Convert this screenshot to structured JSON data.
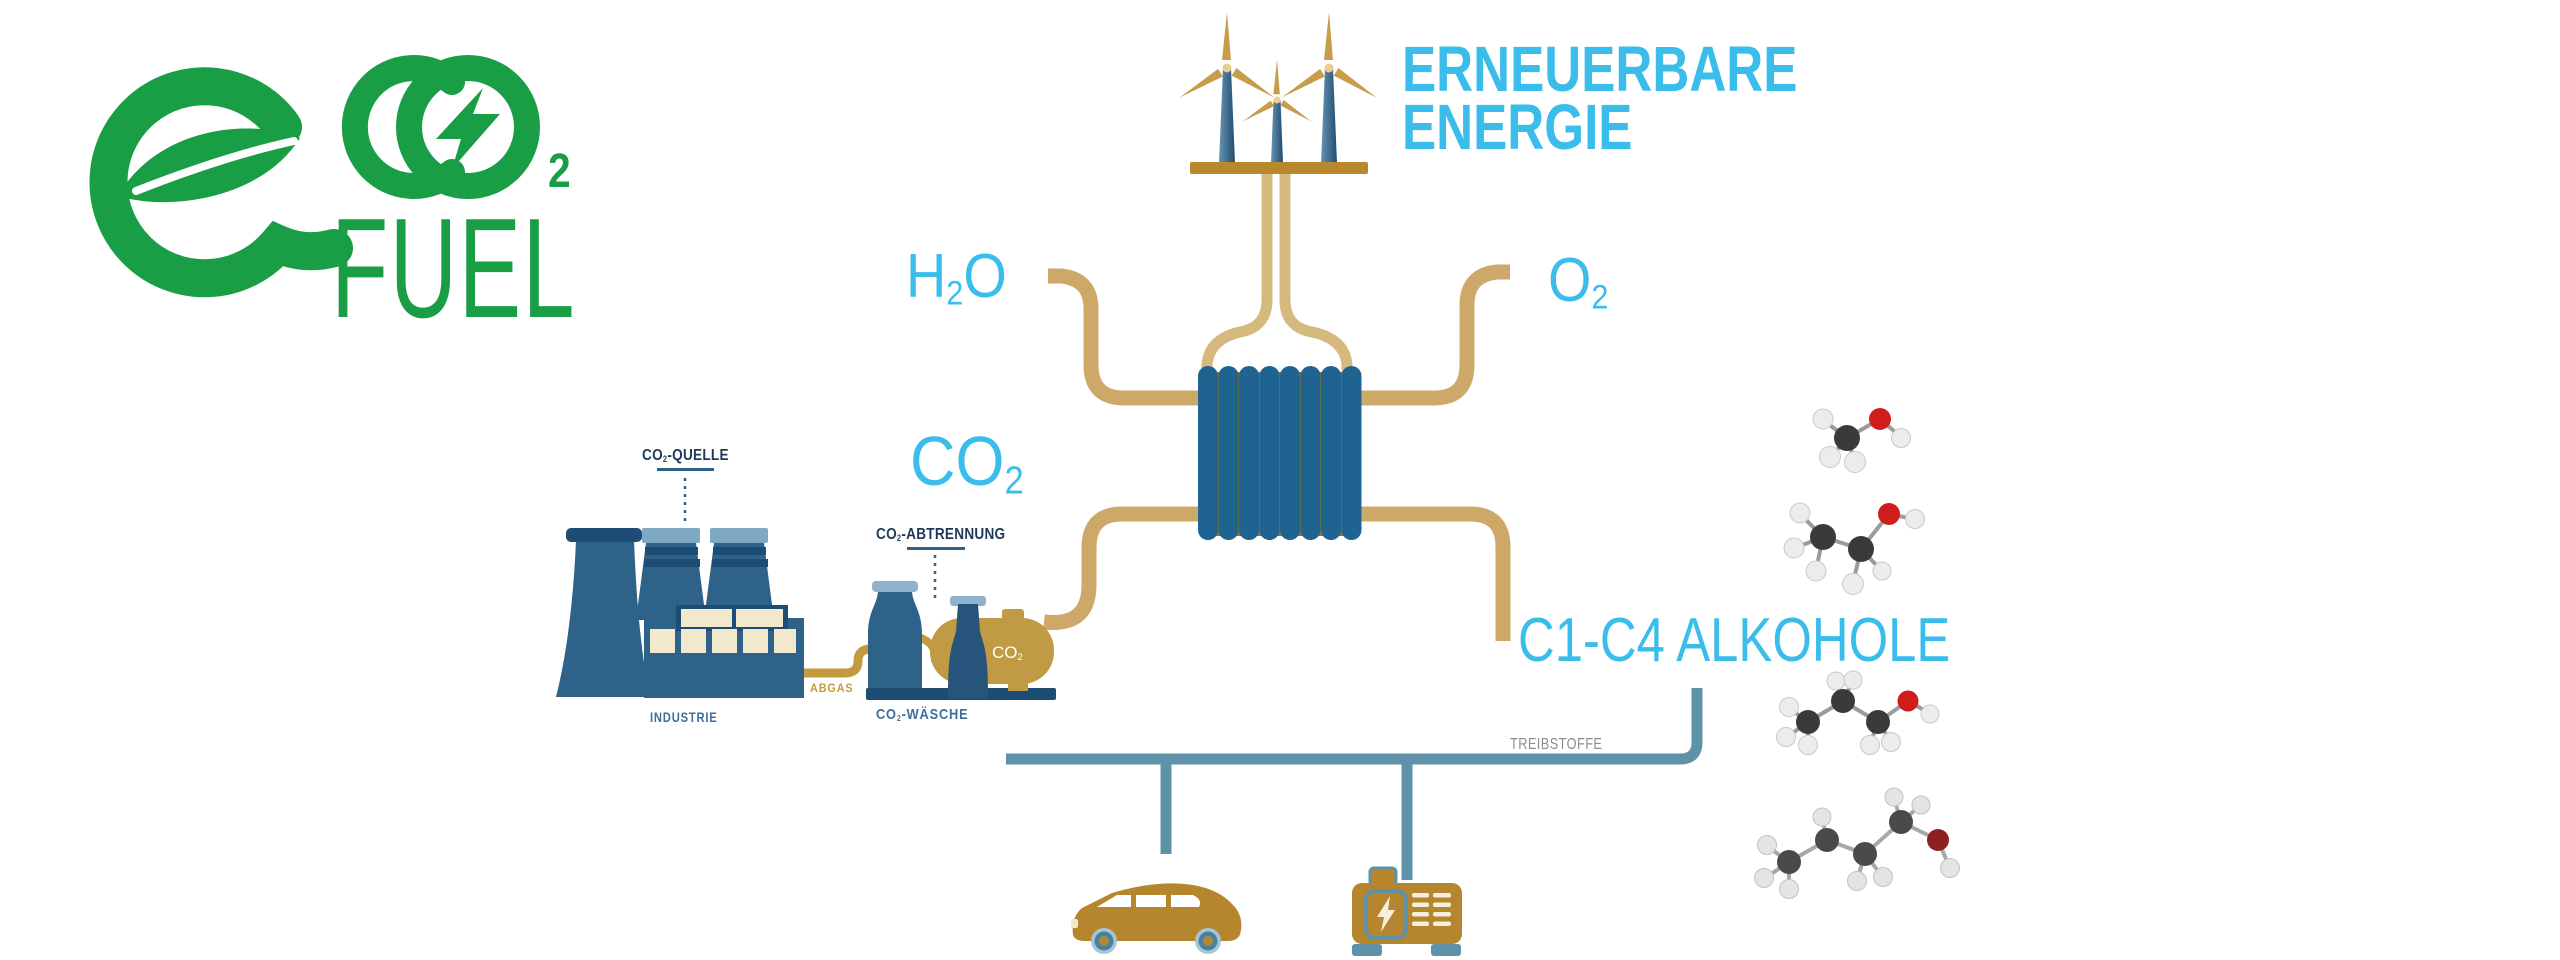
{
  "app": {
    "type": "eco2fuel-process-infographic",
    "background": "#ffffff"
  },
  "logo": {
    "marks": [
      "letter-e-leaf",
      "letter-c-ring",
      "letter-o-ring",
      "lightning-bolt-icon"
    ],
    "subscript": "2",
    "fuel": "FUEL",
    "color": "#1a9e45"
  },
  "renewable": {
    "label_line1": "ERNEUERBARE",
    "label_line2": "ENERGIE",
    "icon": "wind-turbines"
  },
  "flows": {
    "h2o": {
      "pre": "H",
      "sub": "2",
      "post": "O"
    },
    "o2": {
      "pre": "O",
      "sub": "2",
      "post": ""
    },
    "co2_big": {
      "pre": "CO",
      "sub": "2",
      "post": ""
    }
  },
  "reactor": {
    "icon": "electrolysis-coil"
  },
  "industry": {
    "source_label": {
      "pre": "CO",
      "sub": "2",
      "post": "-QUELLE"
    },
    "name": "INDUSTRIE",
    "exhaust_label": "ABGAS",
    "capture_label": {
      "pre": "CO",
      "sub": "2",
      "post": "-ABTRENNUNG"
    },
    "scrubber_label": {
      "pre": "CO",
      "sub": "2",
      "post": "-WÄSCHE"
    },
    "tank_label": {
      "pre": "CO",
      "sub": "2"
    }
  },
  "output": {
    "alcohols_label": "C1-C4 ALKOHOLE",
    "fuels_label": "TREIBSTOFFE",
    "molecules": [
      "methanol",
      "ethanol",
      "propanol",
      "butanol"
    ],
    "consumers": [
      "car",
      "generator"
    ]
  },
  "colors": {
    "green": "#1a9e45",
    "cyan": "#3bbdeb",
    "pipe_tan": "#cda868",
    "leg_tan": "#d5b97e",
    "platform_gold": "#b8882c",
    "coil_body": "#9c7218",
    "coil_blue": "#1f6391",
    "industry_blue": "#2e6288",
    "industry_dark": "#1d4d75",
    "industry_light": "#7fa8c4",
    "window_cream": "#f2e8cc",
    "exhaust_gold": "#c49a3f",
    "tank_gold": "#c09a44",
    "fuel_line_steel": "#5e92a8",
    "vehicle_gold": "#b5862e",
    "label_navy": "#1f3a57",
    "label_blue": "#3f6e9b",
    "text_gray": "#8d8d8d",
    "atom_carbon": "#3a3a3a",
    "atom_hydrogen": "#ececec",
    "atom_oxygen": "#cf1d1d"
  }
}
